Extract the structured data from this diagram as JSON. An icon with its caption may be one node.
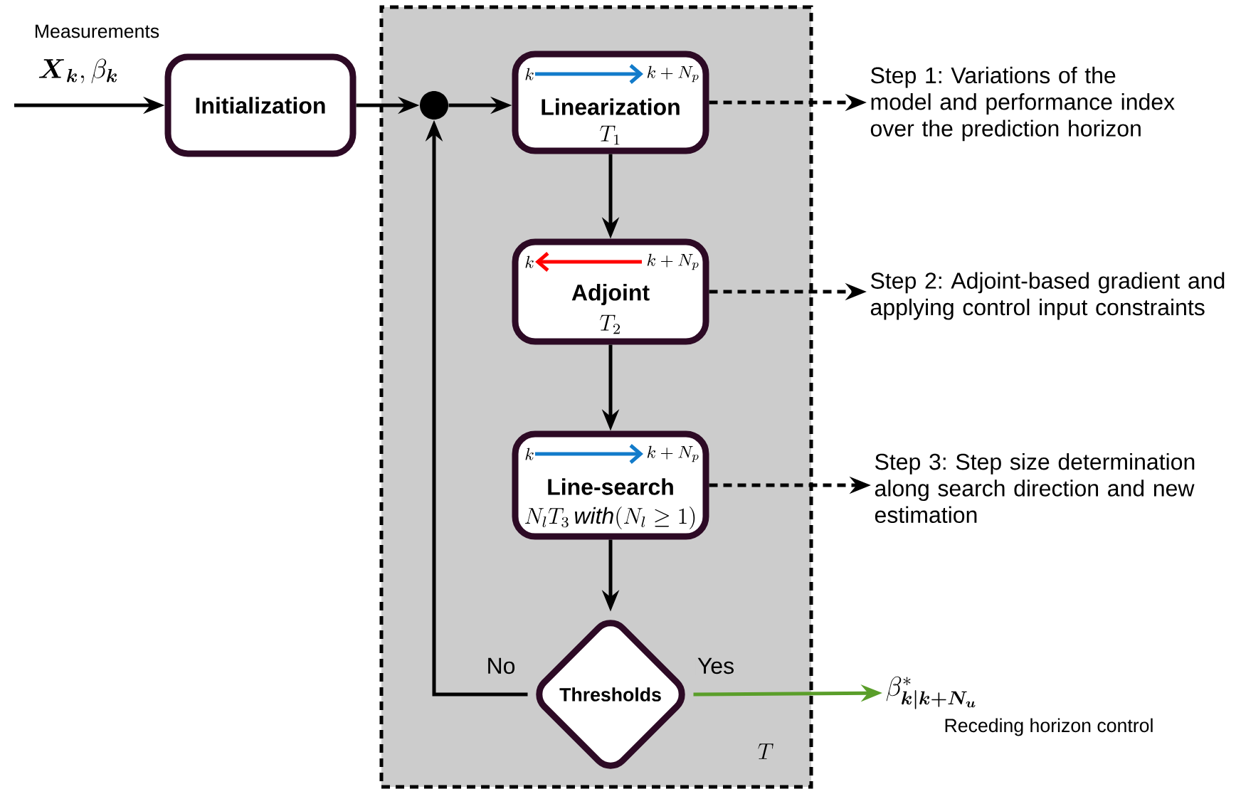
{
  "diagram": {
    "nodes": [
      {
        "text": [
          "T"
        ]
      },
      {
        "text": [
          "Initialization"
        ]
      },
      {
        "text": [],
        "shape": "circle",
        "in": 0
      },
      {
        "text": [
          "k",
          "k+N_p",
          "Linearization",
          "T_1"
        ],
        "in": 0
      },
      {
        "text": [
          "k",
          "k+N_p",
          "Adjoint",
          "T_2"
        ],
        "in": 0
      },
      {
        "text": [
          "k",
          "k+N_p",
          "Line-search",
          "N_l T_3\\,\\mathit{with}(N_l\\geq 1)"
        ],
        "in": 0
      },
      {
        "text": [
          "Thresholds"
        ],
        "in": 0
      },
      {
        "text": [
          "Step 1: Variations of the model and performance index over the prediction horizon"
        ]
      },
      {
        "text": [
          "Step 2: Adjoint-based gradient and applying control input constraints"
        ]
      },
      {
        "text": [
          "Step 3: Step size determination along search direction and new estimation"
        ]
      },
      {
        "text": [
          "\\beta^{*}_{\\boldsymbol{k|k+N_u}}"
        ],
        "beside": [
          "Receding horizon control"
        ]
      }
    ],
    "edges": [
      {
        "from": null,
        "to": 1,
        "arrow": "to"
      },
      {
        "from": 1,
        "to": 2,
        "arrow": "to"
      },
      {
        "from": 2,
        "to": 3,
        "arrow": "to"
      },
      {
        "from": 3,
        "to": 4,
        "arrow": "to"
      },
      {
        "from": 4,
        "to": 5,
        "arrow": "to"
      },
      {
        "from": 5,
        "to": 6,
        "arrow": "to"
      },
      {
        "from": 6,
        "to": 2,
        "arrow": "to",
        "label": "No"
      },
      {
        "from": 6,
        "to": 10,
        "arrow": "to",
        "label": "Yes",
        "color": "#5a9e2a"
      },
      {
        "from": 3,
        "to": 7,
        "arrow": "to",
        "style": "dashed"
      },
      {
        "from": 4,
        "to": 8,
        "arrow": "to",
        "style": "dashed"
      },
      {
        "from": 5,
        "to": 9,
        "arrow": "to",
        "style": "dashed"
      }
    ],
    "labels": [
      "Measurements",
      "\\boldsymbol{X}_{\\boldsymbol{k}},\\beta_{\\boldsymbol{k}}"
    ]
  }
}
